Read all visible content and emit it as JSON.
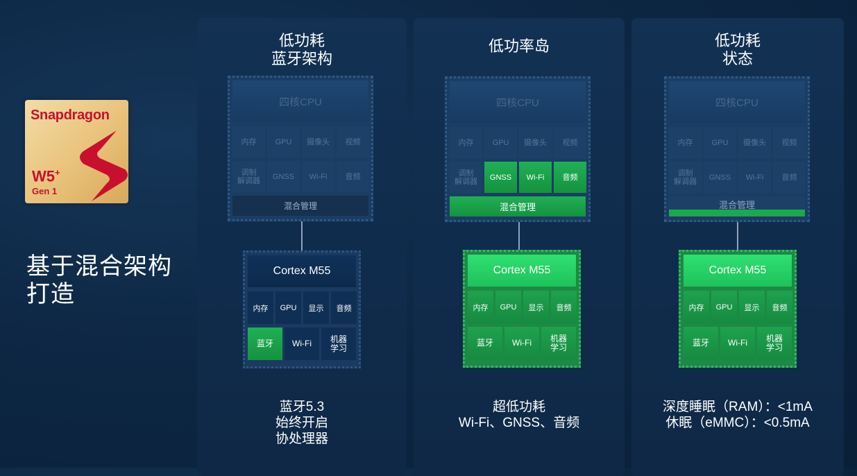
{
  "logo": {
    "brand": "Snapdragon",
    "model": "W5",
    "model_sup": "+",
    "gen": "Gen 1",
    "brand_color": "#c8102e"
  },
  "headline": {
    "line1": "基于混合架构",
    "line2": "打造"
  },
  "soc_labels": {
    "cpu": "四核CPU",
    "row1": [
      "内存",
      "GPU",
      "摄像头",
      "视频"
    ],
    "row2": [
      "调制\n解调器",
      "GNSS",
      "Wi-Fi",
      "音频"
    ],
    "mix": "混合管理"
  },
  "m55_labels": {
    "core": "Cortex M55",
    "row1": [
      "内存",
      "GPU",
      "显示",
      "音频"
    ],
    "row2": [
      "蓝牙",
      "Wi-Fi",
      "机器\n学习"
    ]
  },
  "panels": [
    {
      "title_line1": "低功耗",
      "title_line2": "蓝牙架构",
      "foot": [
        "蓝牙5.3",
        "始终开启",
        "协处理器"
      ],
      "active_soc": [],
      "mix_state": "off",
      "m55_state": "bt-only"
    },
    {
      "title_line1": "低功率岛",
      "title_line2": "",
      "foot": [
        "超低功耗",
        "Wi-Fi、GNSS、音频"
      ],
      "active_soc": [
        "GNSS",
        "Wi-Fi",
        "音频"
      ],
      "mix_state": "on",
      "m55_state": "all"
    },
    {
      "title_line1": "低功耗",
      "title_line2": "状态",
      "foot": [
        "深度睡眠（RAM）：<1mA",
        "休眠（eMMC）：<0.5mA"
      ],
      "active_soc": [],
      "mix_state": "partial",
      "m55_state": "all"
    }
  ],
  "colors": {
    "active_green": "#1fb055",
    "background": "#0d2744"
  }
}
